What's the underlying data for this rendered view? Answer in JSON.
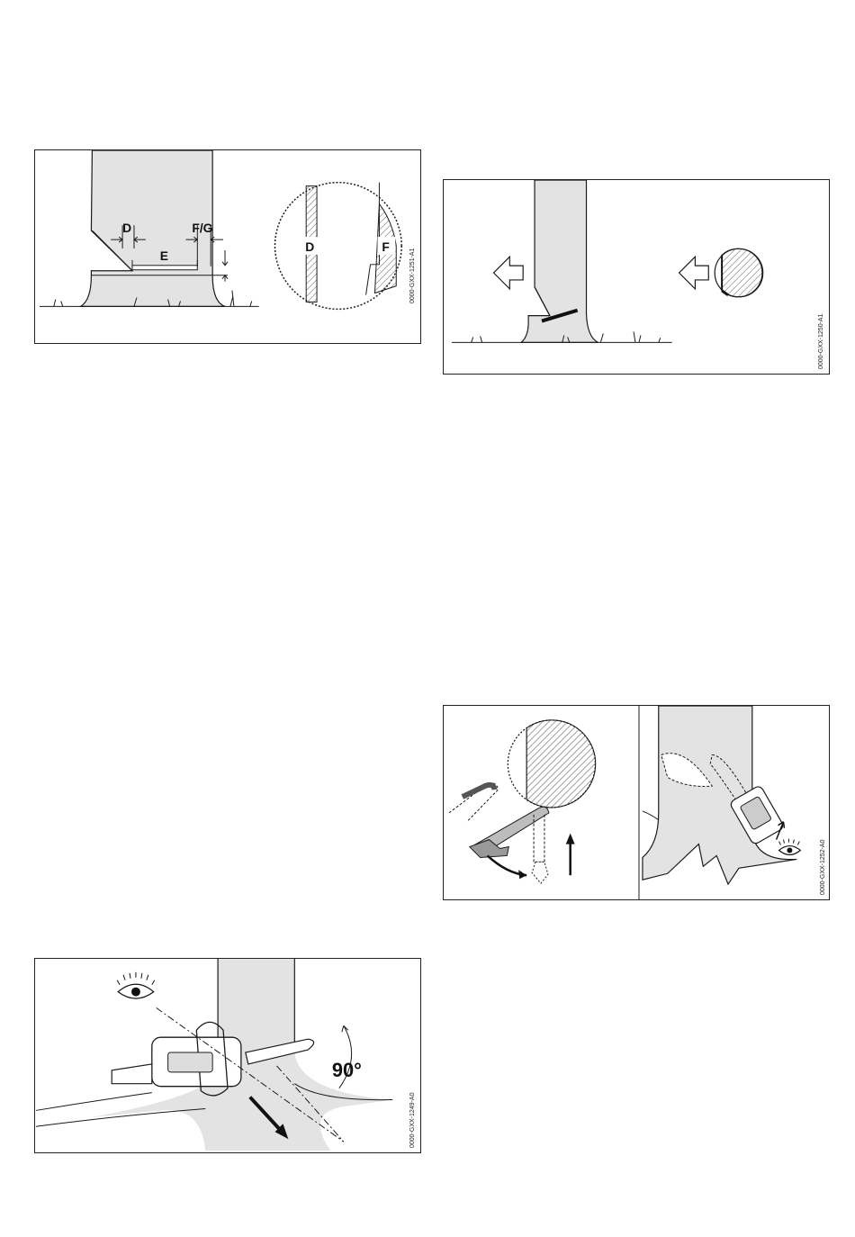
{
  "figures": {
    "fig1": {
      "code": "0000-GXX-1251-A1",
      "labels": {
        "d": "D",
        "fg": "F/G",
        "e": "E",
        "d_circle": "D",
        "f_circle": "F"
      }
    },
    "fig2": {
      "code": "0000-GXX-1250-A1"
    },
    "fig3": {
      "code": "0000-GXX-1252-A0"
    },
    "fig4": {
      "code": "0000-GXX-1249-A0",
      "labels": {
        "angle": "90°"
      }
    }
  },
  "colors": {
    "trunk": "#e3e3e3",
    "line": "#1a1a1a",
    "hatch": "#555555"
  }
}
